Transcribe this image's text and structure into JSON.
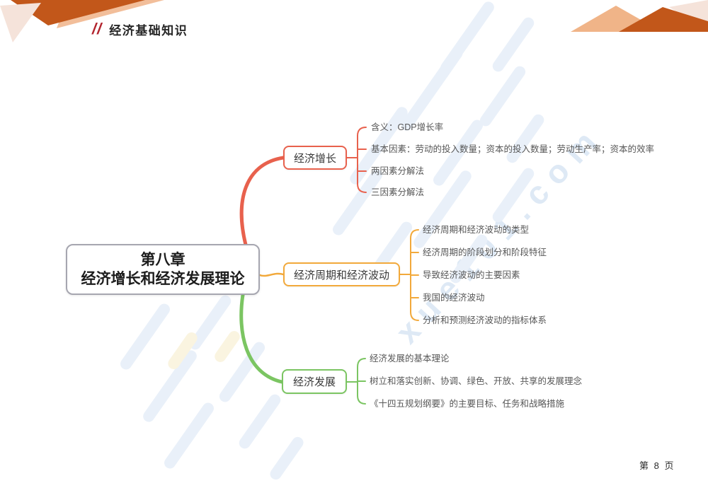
{
  "header": {
    "slashes": "//",
    "title": "经济基础知识"
  },
  "footer": {
    "page_label": "第 8 页"
  },
  "watermark": {
    "text": "xue101.com",
    "bar_color": "#E9F0F9",
    "accent_bar_color": "#FAF4E0",
    "text_color": "#DEE9F5"
  },
  "decorations": {
    "slash_color": "#B2242E",
    "dark_orange": "#C2571A",
    "orange": "#F0B488",
    "peach": "#F2BE9A",
    "pale": "#F5E3DA"
  },
  "mindmap": {
    "root": {
      "line1": "第八章",
      "line2": "经济增长和经济发展理论",
      "border_color": "#A6A6B0"
    },
    "branches": [
      {
        "label": "经济增长",
        "color": "#E8614D",
        "children": [
          "含义：GDP增长率",
          "基本因素：劳动的投入数量；资本的投入数量；劳动生产率；资本的效率",
          "两因素分解法",
          "三因素分解法"
        ]
      },
      {
        "label": "经济周期和经济波动",
        "color": "#F2A93B",
        "children": [
          "经济周期和经济波动的类型",
          "经济周期的阶段划分和阶段特征",
          "导致经济波动的主要因素",
          "我国的经济波动",
          "分析和预测经济波动的指标体系"
        ]
      },
      {
        "label": "经济发展",
        "color": "#7BC562",
        "children": [
          "经济发展的基本理论",
          "树立和落实创新、协调、绿色、开放、共享的发展理念",
          "《十四五规划纲要》的主要目标、任务和战略措施"
        ]
      }
    ]
  }
}
